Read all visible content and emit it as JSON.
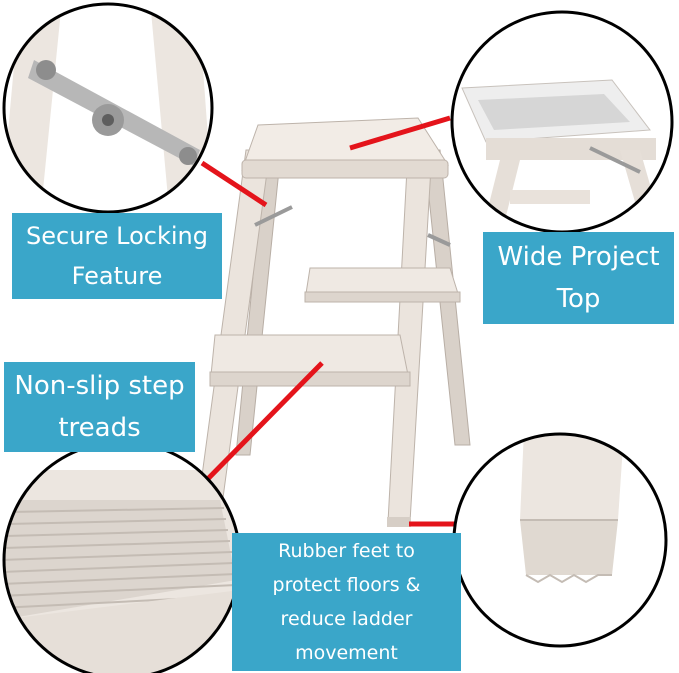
{
  "labels": {
    "locking": [
      "Secure Locking",
      "Feature"
    ],
    "top": [
      "Wide Project",
      "Top"
    ],
    "treads": [
      "Non-slip step",
      "treads"
    ],
    "feet": [
      "Rubber feet to",
      "protect floors &",
      "reduce ladder",
      "movement"
    ]
  },
  "colors": {
    "label_bg": "#3aa6c9",
    "pointer": "#e4141b",
    "ladder": "#eae3dc",
    "ladder_shadow": "#c9bfb6"
  }
}
